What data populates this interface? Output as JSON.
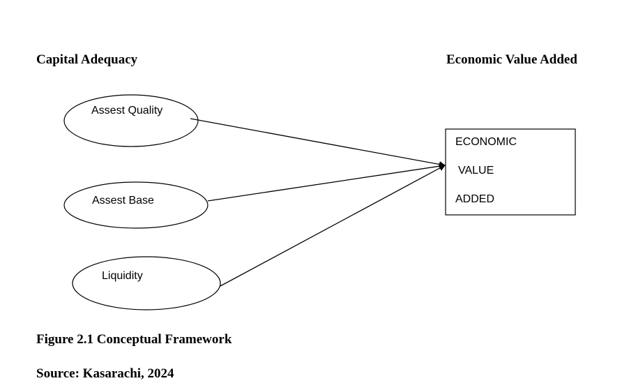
{
  "headings": {
    "left": "Capital Adequacy",
    "right": "Economic Value Added"
  },
  "nodes": {
    "asset_quality": "Assest Quality",
    "asset_base": "Assest Base",
    "liquidity": "Liquidity"
  },
  "target_box": {
    "line1": "ECONOMIC",
    "line2": "VALUE",
    "line3": "ADDED"
  },
  "caption": "Figure 2.1 Conceptual Framework",
  "source": "Source: Kasarachi, 2024"
}
